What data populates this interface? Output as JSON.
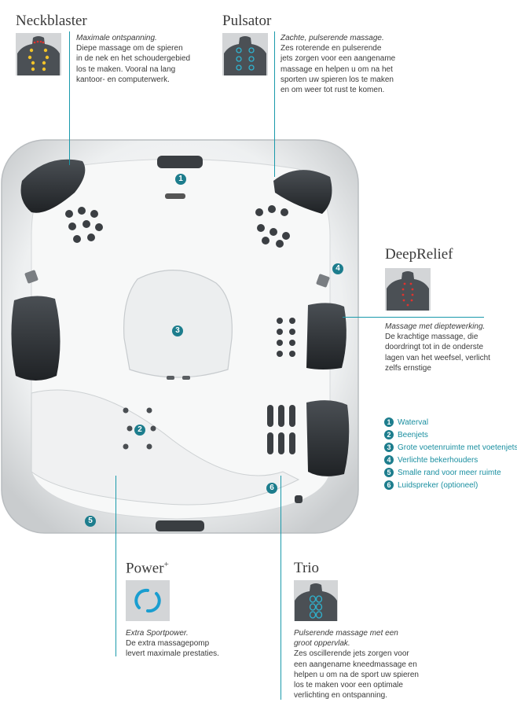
{
  "features": {
    "neckblaster": {
      "title": "Neckblaster",
      "lead": "Maximale ontspanning.",
      "body": [
        "Diepe massage om de spieren",
        "in de nek en het schoudergebied",
        "los te maken. Vooral na lang",
        "kantoor- en computerwerk."
      ]
    },
    "pulsator": {
      "title": "Pulsator",
      "lead": "Zachte, pulserende massage.",
      "body": [
        "Zes roterende en pulserende",
        "jets zorgen voor een aangename",
        "massage en helpen u om na het",
        "sporten uw spieren los te maken",
        "en om weer tot rust te komen."
      ]
    },
    "deeprelief": {
      "title": "DeepRelief",
      "lead": "Massage met dieptewerking.",
      "body": [
        "De krachtige massage, die",
        "doordringt tot in de onderste",
        "lagen van het weefsel, verlicht",
        "zelfs ernstige"
      ]
    },
    "power": {
      "title": "Power",
      "title_sup": "+",
      "lead": "Extra Sportpower.",
      "body": [
        "De extra massagepomp",
        "levert maximale prestaties."
      ]
    },
    "trio": {
      "title": "Trio",
      "lead": [
        "Pulserende massage met een",
        "groot oppervlak."
      ],
      "body": [
        "Zes oscillerende jets zorgen voor",
        "een aangename kneedmassage en",
        "helpen u om na de sport uw spieren",
        "los te maken voor een optimale",
        "verlichting en ontspanning."
      ]
    }
  },
  "legend": [
    {
      "num": "1",
      "label": "Waterval"
    },
    {
      "num": "2",
      "label": "Beenjets"
    },
    {
      "num": "3",
      "label": "Grote voetenruimte met voetenjets"
    },
    {
      "num": "4",
      "label": "Verlichte bekerhouders"
    },
    {
      "num": "5",
      "label": "Smalle rand voor meer ruimte"
    },
    {
      "num": "6",
      "label": "Luidspreker (optioneel)"
    }
  ],
  "tub_markers": [
    "1",
    "2",
    "3",
    "4",
    "5",
    "6"
  ],
  "colors": {
    "accent": "#1a9aab",
    "badge": "#1d7d8d",
    "pillow": "#2e3236",
    "shell": "#f2f3f4"
  }
}
